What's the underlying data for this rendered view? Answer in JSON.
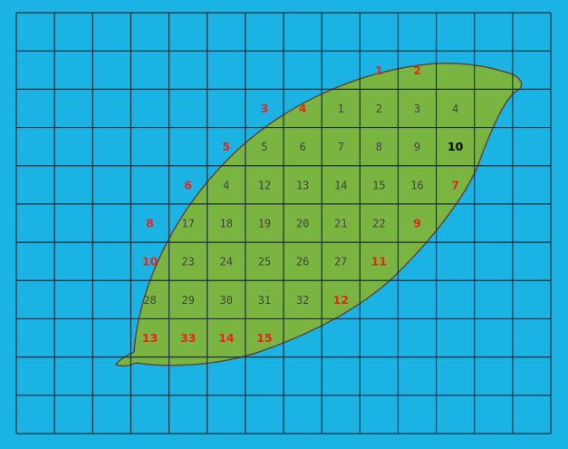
{
  "colors": {
    "background": "#1bb3e3",
    "leaf_fill": "#7ab541",
    "leaf_outline": "#5a4a3a",
    "grid_line": "#1e2d3a",
    "label_red": "#e8261c",
    "label_gray": "#444444",
    "label_black": "#000000"
  },
  "grid": {
    "columns": 14,
    "rows": 11
  },
  "cells": [
    {
      "text": "1",
      "col": 9,
      "row": 1,
      "style": "red"
    },
    {
      "text": "2",
      "col": 10,
      "row": 1,
      "style": "red"
    },
    {
      "text": "3",
      "col": 6,
      "row": 2,
      "style": "red"
    },
    {
      "text": "4",
      "col": 7,
      "row": 2,
      "style": "red"
    },
    {
      "text": "1",
      "col": 8,
      "row": 2,
      "style": "gray"
    },
    {
      "text": "2",
      "col": 9,
      "row": 2,
      "style": "gray"
    },
    {
      "text": "3",
      "col": 10,
      "row": 2,
      "style": "gray"
    },
    {
      "text": "4",
      "col": 11,
      "row": 2,
      "style": "gray"
    },
    {
      "text": "5",
      "col": 5,
      "row": 3,
      "style": "red"
    },
    {
      "text": "5",
      "col": 6,
      "row": 3,
      "style": "gray"
    },
    {
      "text": "6",
      "col": 7,
      "row": 3,
      "style": "gray"
    },
    {
      "text": "7",
      "col": 8,
      "row": 3,
      "style": "gray"
    },
    {
      "text": "8",
      "col": 9,
      "row": 3,
      "style": "gray"
    },
    {
      "text": "9",
      "col": 10,
      "row": 3,
      "style": "gray"
    },
    {
      "text": "10",
      "col": 11,
      "row": 3,
      "style": "black"
    },
    {
      "text": "6",
      "col": 4,
      "row": 4,
      "style": "red"
    },
    {
      "text": "4",
      "col": 5,
      "row": 4,
      "style": "gray"
    },
    {
      "text": "12",
      "col": 6,
      "row": 4,
      "style": "gray"
    },
    {
      "text": "13",
      "col": 7,
      "row": 4,
      "style": "gray"
    },
    {
      "text": "14",
      "col": 8,
      "row": 4,
      "style": "gray"
    },
    {
      "text": "15",
      "col": 9,
      "row": 4,
      "style": "gray"
    },
    {
      "text": "16",
      "col": 10,
      "row": 4,
      "style": "gray"
    },
    {
      "text": "7",
      "col": 11,
      "row": 4,
      "style": "red"
    },
    {
      "text": "8",
      "col": 3,
      "row": 5,
      "style": "red"
    },
    {
      "text": "17",
      "col": 4,
      "row": 5,
      "style": "gray"
    },
    {
      "text": "18",
      "col": 5,
      "row": 5,
      "style": "gray"
    },
    {
      "text": "19",
      "col": 6,
      "row": 5,
      "style": "gray"
    },
    {
      "text": "20",
      "col": 7,
      "row": 5,
      "style": "gray"
    },
    {
      "text": "21",
      "col": 8,
      "row": 5,
      "style": "gray"
    },
    {
      "text": "22",
      "col": 9,
      "row": 5,
      "style": "gray"
    },
    {
      "text": "9",
      "col": 10,
      "row": 5,
      "style": "red"
    },
    {
      "text": "10",
      "col": 3,
      "row": 6,
      "style": "red"
    },
    {
      "text": "23",
      "col": 4,
      "row": 6,
      "style": "gray"
    },
    {
      "text": "24",
      "col": 5,
      "row": 6,
      "style": "gray"
    },
    {
      "text": "25",
      "col": 6,
      "row": 6,
      "style": "gray"
    },
    {
      "text": "26",
      "col": 7,
      "row": 6,
      "style": "gray"
    },
    {
      "text": "27",
      "col": 8,
      "row": 6,
      "style": "gray"
    },
    {
      "text": "11",
      "col": 9,
      "row": 6,
      "style": "red"
    },
    {
      "text": "28",
      "col": 3,
      "row": 7,
      "style": "gray"
    },
    {
      "text": "29",
      "col": 4,
      "row": 7,
      "style": "gray"
    },
    {
      "text": "30",
      "col": 5,
      "row": 7,
      "style": "gray"
    },
    {
      "text": "31",
      "col": 6,
      "row": 7,
      "style": "gray"
    },
    {
      "text": "32",
      "col": 7,
      "row": 7,
      "style": "gray"
    },
    {
      "text": "12",
      "col": 8,
      "row": 7,
      "style": "red"
    },
    {
      "text": "13",
      "col": 3,
      "row": 8,
      "style": "red"
    },
    {
      "text": "33",
      "col": 4,
      "row": 8,
      "style": "red"
    },
    {
      "text": "14",
      "col": 5,
      "row": 8,
      "style": "red"
    },
    {
      "text": "15",
      "col": 6,
      "row": 8,
      "style": "red"
    }
  ]
}
